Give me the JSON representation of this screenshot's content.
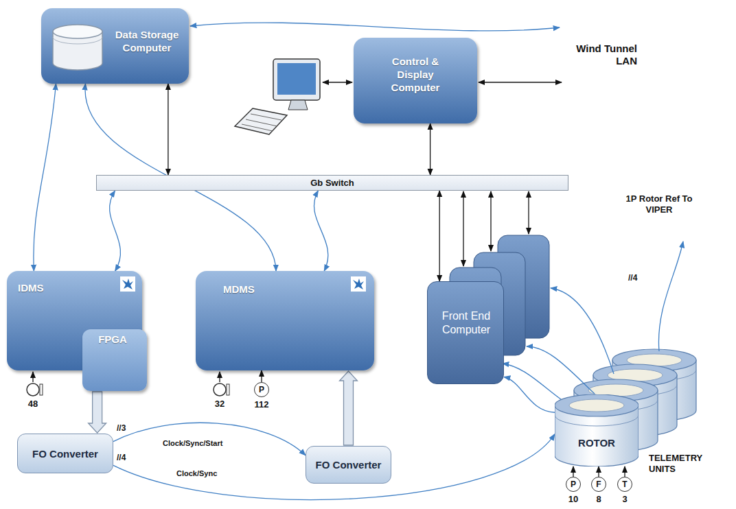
{
  "diagram": {
    "nodes": [
      {
        "text": [
          "Data Storage Computer"
        ]
      },
      {
        "text": [
          "Control & Display Computer"
        ]
      },
      {
        "text": [
          "Gb Switch"
        ]
      },
      {
        "text": [
          "IDMS"
        ]
      },
      {
        "text": [
          "FPGA"
        ],
        "in": 3
      },
      {
        "text": [
          "MDMS"
        ]
      },
      {
        "text": [
          "Front End Computer"
        ]
      },
      {
        "text": [
          "ROTOR"
        ]
      },
      {
        "text": [
          "FO Converter"
        ]
      },
      {
        "text": [
          "FO Converter"
        ]
      },
      {
        "text": [
          "P"
        ]
      },
      {
        "text": [
          "P"
        ]
      },
      {
        "text": [
          "F"
        ]
      },
      {
        "text": [
          "T"
        ]
      }
    ],
    "edges": [
      {
        "from": 0,
        "to": 2,
        "arrow": "both"
      },
      {
        "from": 1,
        "to": 2,
        "arrow": "both"
      },
      {
        "from": 2,
        "to": 6,
        "arrow": "both"
      },
      {
        "from": 0,
        "to": 3,
        "arrow": "both"
      },
      {
        "from": 0,
        "to": 5,
        "arrow": "both"
      },
      {
        "from": 2,
        "to": 3,
        "arrow": "both"
      },
      {
        "from": 2,
        "to": 5,
        "arrow": "both"
      },
      {
        "from": 4,
        "to": 8,
        "arrow": "to"
      },
      {
        "from": 9,
        "to": 5,
        "arrow": "to"
      },
      {
        "from": 8,
        "to": 9,
        "label": "Clock/Sync/Start",
        "arrow": "to"
      },
      {
        "from": 8,
        "to": 7,
        "label": "Clock/Sync",
        "arrow": "to"
      },
      {
        "from": 7,
        "to": 6,
        "arrow": "to"
      },
      {
        "from": 10,
        "to": 5,
        "arrow": "to"
      },
      {
        "from": 11,
        "to": 7,
        "arrow": "to"
      },
      {
        "from": 12,
        "to": 7,
        "arrow": "to"
      },
      {
        "from": 13,
        "to": 7,
        "arrow": "to"
      }
    ],
    "labels": [
      "Wind Tunnel LAN",
      "1P Rotor Ref To VIPER",
      "//4",
      "48",
      "//3",
      "//4",
      "32",
      "112",
      "10",
      "8",
      "3",
      "TELEMETRY UNITS"
    ]
  }
}
